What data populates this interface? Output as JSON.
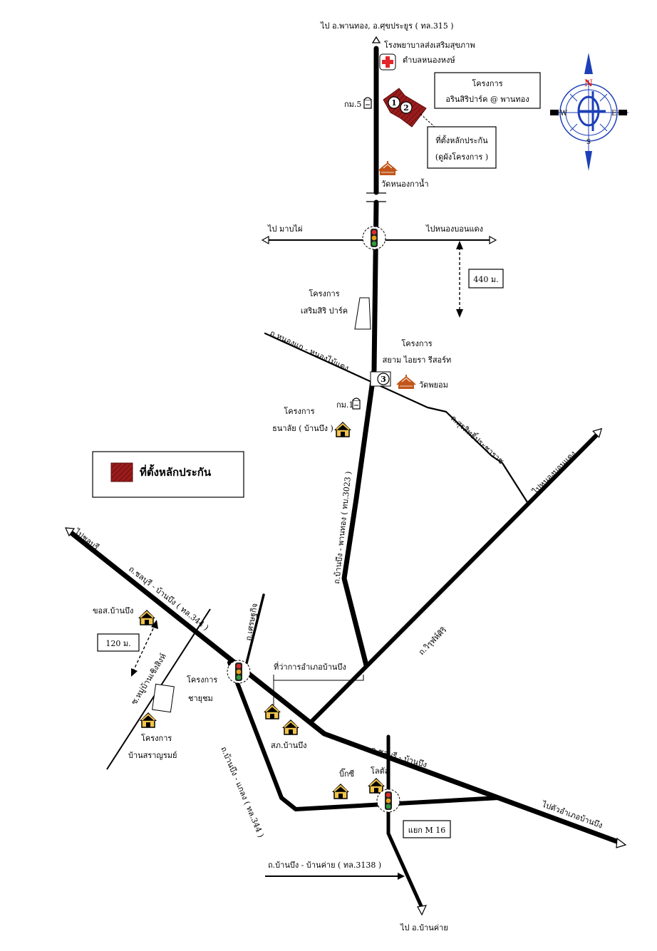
{
  "labels": {
    "north_dest": "ไป อ.พานทอง, อ.ศุขประยูร ( ทล.315 )",
    "hospital_line1": "โรงพยาบาลส่งเสริมสุขภาพ",
    "hospital_line2": "ตำบลหนองหงษ์",
    "project1_line1": "โครงการ",
    "project1_line2": "อรินสิริปาร์ค @ พานทอง",
    "km5": "กม.5",
    "pin1": "1",
    "pin2": "2",
    "collateral_line1": "ที่ตั้งหลักประกัน",
    "collateral_line2": "(ดูผังโครงการ )",
    "temple_north": "วัดหนองกาน้ำ",
    "west_dest": "ไป มาบไผ่",
    "east_dest": "ไปหนองบอนแดง",
    "distance_440": "440 ม.",
    "project_serm_line1": "โครงการ",
    "project_serm_line2": "เสริมสิริ ปาร์ค",
    "road_nongkae": "ถ.หนองแก - หนองไม้แดง",
    "project_siam_line1": "โครงการ",
    "project_siam_line2": "สยาม ไอยรา รีสอร์ท",
    "pin3": "3",
    "temple_phayom": "วัดพยอม",
    "km10": "กม.10",
    "project_tanalai_line1": "โครงการ",
    "project_tanalai_line2": "ธนาลัย ( บ้านบึง )",
    "road_3023": "ถ.บ้านบึง - พานทอง ( ทบ.3023 )",
    "road_surasit": "ถ.สุรสิทธิ์ประชาราช",
    "nongbon_dest": "ไปหนองบอนแดง",
    "legend_label": "ที่ตั้งหลักประกัน",
    "chonburi_dest": "ไปชลบุรี",
    "road_344": "ถ.ชลบุรี - บ้านบึง ( ทล.344 )",
    "office_label": "ขอส.บ้านบึง",
    "distance_120": "120 ม.",
    "road_setthakij": "ถ.เศรษฐกิจ",
    "soi_label": "ซ.หมู่บ้านเชิงสิงห์",
    "project_chaiyo_line1": "โครงการ",
    "project_chaiyo_line2": "ชายุชม",
    "project_sara_line1": "โครงการ",
    "project_sara_line2": "บ้านสราญรมย์",
    "district_office": "ที่ว่าการอำเภอบ้านบึง",
    "road_viroj": "ถ.วิรุฬห์ศิริ",
    "road_klaeng": "ถ.บ้านบึง - แกลง ( ทล.344 )",
    "police_label": "สภ.บ้านบึง",
    "road_chonburi_banbueng": "ถ.ชลบุรี - บ้านบึง",
    "bigc": "บิ๊กซี",
    "lotus": "โลตัส",
    "intersection_m16": "แยก M 16",
    "southeast_dest": "ไปตัวอำเภอบ้านบึง",
    "road_3138": "ถ.บ้านบึง - บ้านค่าย ( ทล.3138 )",
    "south_dest": "ไป อ.บ้านค่าย"
  },
  "compass": {
    "n": "N",
    "s": "S",
    "e": "E",
    "w": "W"
  },
  "colors": {
    "collateral_fill": "#9b1c1c",
    "hospital_red": "#e3262b",
    "temple_orange": "#c2561a",
    "house_yellow": "#f2c44a",
    "compass_blue": "#1d3fb8",
    "compass_red": "#d01f1f",
    "light_red": "#d92b2b",
    "light_amber": "#e5a21a",
    "light_green": "#2e9b3c"
  }
}
